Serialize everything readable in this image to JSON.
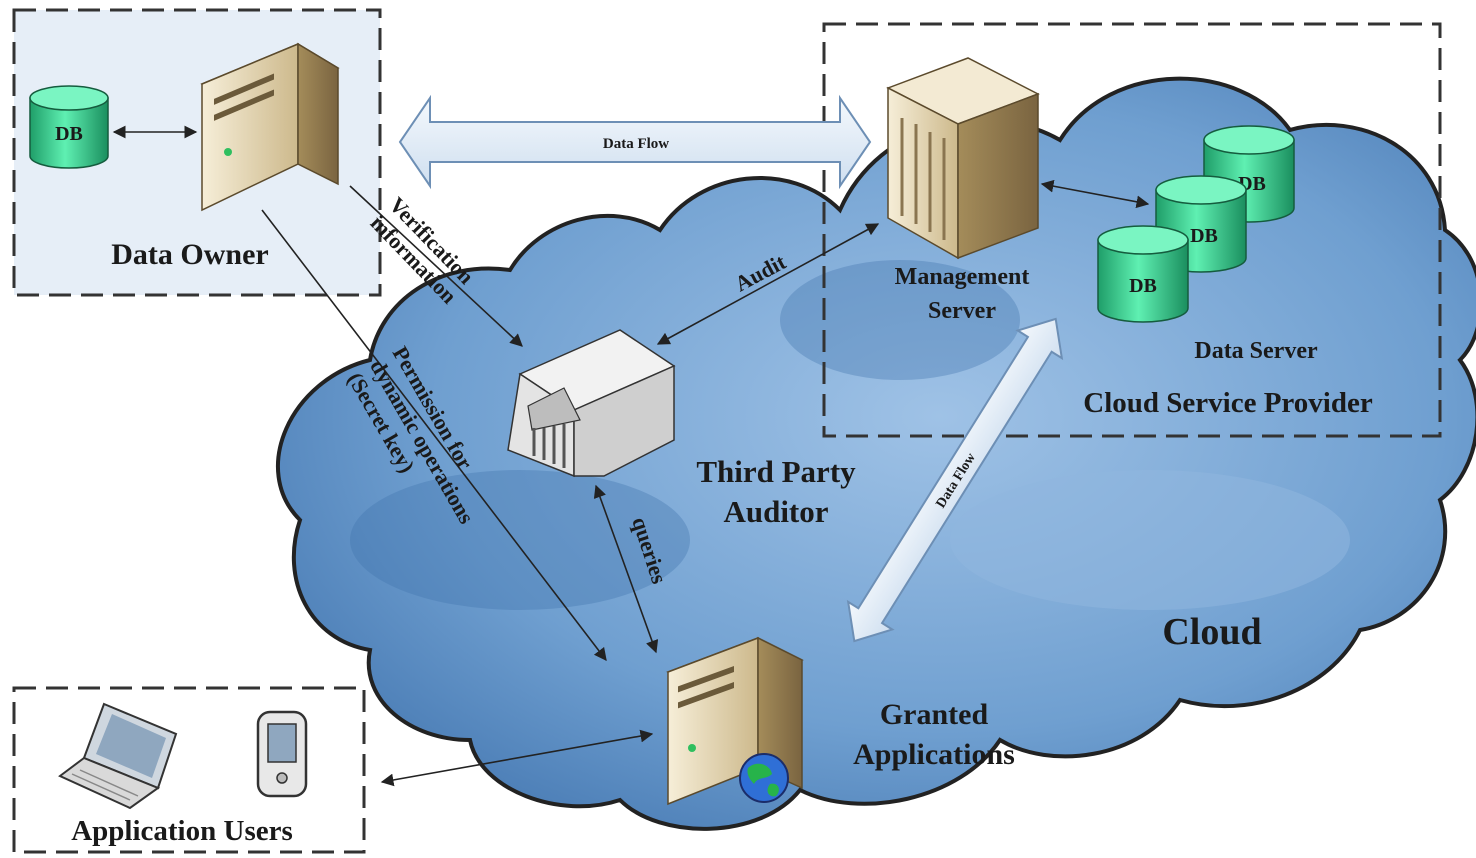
{
  "diagram": {
    "boxes": {
      "data_owner": "Data Owner",
      "cloud_service_provider": "Cloud Service Provider",
      "application_users": "Application Users"
    },
    "nodes": {
      "management_server": "Management\nServer",
      "data_server": "Data Server",
      "third_party_auditor": "Third Party\nAuditor",
      "granted_applications": "Granted\nApplications",
      "cloud": "Cloud"
    },
    "db_labels": [
      "DB",
      "DB",
      "DB",
      "DB"
    ],
    "edge_labels": {
      "data_flow_top": "Data Flow",
      "data_flow_diag": "Data Flow",
      "audit": "Audit",
      "verification": "Verification\ninformation",
      "permission": "Permission for\ndynamic operations\n(Secret key)",
      "queries": "queries"
    },
    "colors": {
      "cloud_fill": "#6f9fd0",
      "cloud_stroke": "#2a2a2a",
      "box_fill": "#e6eef7",
      "db_fill": "#33d091",
      "server_fill": "#e8dcc0"
    }
  }
}
